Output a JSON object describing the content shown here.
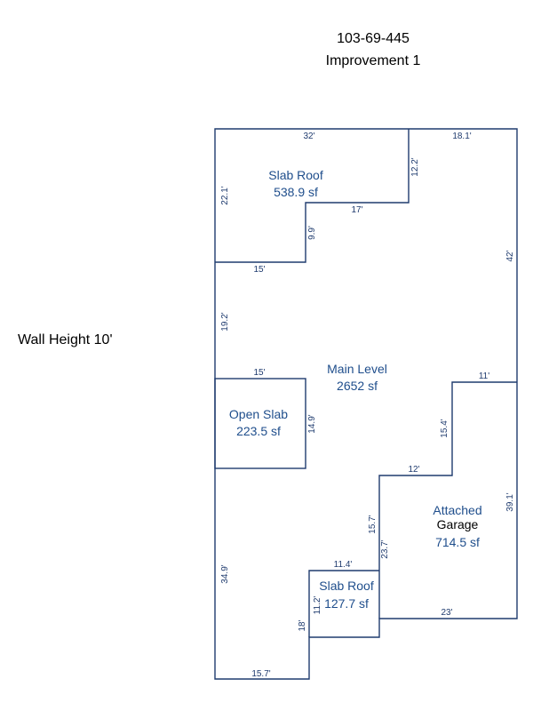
{
  "header": {
    "parcel_id": "103-69-445",
    "improvement": "Improvement 1"
  },
  "wall_height": "Wall Height 10'",
  "areas": {
    "slab_roof_top": {
      "name": "Slab Roof",
      "size": "538.9 sf"
    },
    "main_level": {
      "name": "Main Level",
      "size": "2652 sf"
    },
    "open_slab": {
      "name": "Open Slab",
      "size": "223.5 sf"
    },
    "garage": {
      "name1": "Attached",
      "name2": "Garage",
      "size": "714.5 sf"
    },
    "slab_roof_bottom": {
      "name": "Slab Roof",
      "size": "127.7 sf"
    }
  },
  "dimensions": {
    "d32": "32'",
    "d18_1": "18.1'",
    "d22_1": "22.1'",
    "d12_2": "12.2'",
    "d17": "17'",
    "d9_9": "9.9'",
    "d15a": "15'",
    "d42": "42'",
    "d19_2": "19.2'",
    "d15b": "15'",
    "d14_9": "14.9'",
    "d11": "11'",
    "d15_4": "15.4'",
    "d12": "12'",
    "d39_1": "39.1'",
    "d15_7v": "15.7'",
    "d23_7": "23.7'",
    "d11_4": "11.4'",
    "d34_9": "34.9'",
    "d11_2": "11.2'",
    "d23": "23'",
    "d18": "18'",
    "d15_7h": "15.7'"
  }
}
